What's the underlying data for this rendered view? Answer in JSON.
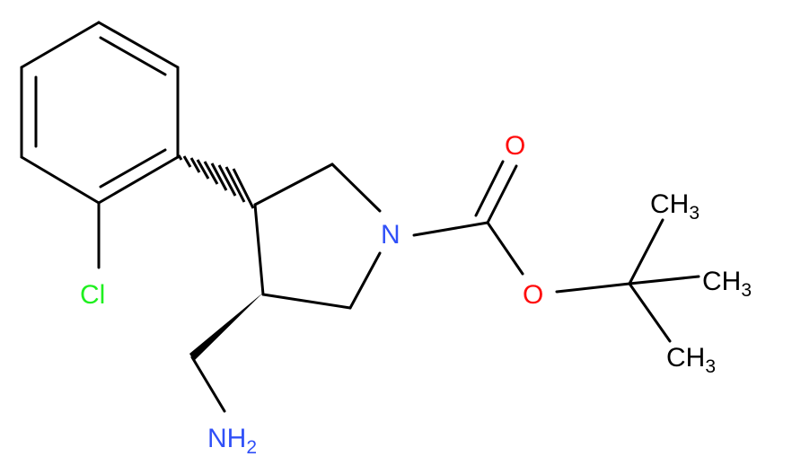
{
  "molecule": {
    "labels": {
      "n1": "N",
      "o_carbonyl": "O",
      "o_ester": "O",
      "cl": "Cl",
      "nh2": {
        "main": "NH",
        "sub": "2"
      },
      "ch3_top": {
        "main": "CH",
        "sub": "3"
      },
      "ch3_mid": {
        "main": "CH",
        "sub": "3"
      },
      "ch3_bot": {
        "main": "CH",
        "sub": "3"
      }
    },
    "colors": {
      "bond": "#000000",
      "nitrogen": "#3050F8",
      "oxygen": "#FF0D0D",
      "chlorine": "#1FF01F"
    }
  }
}
